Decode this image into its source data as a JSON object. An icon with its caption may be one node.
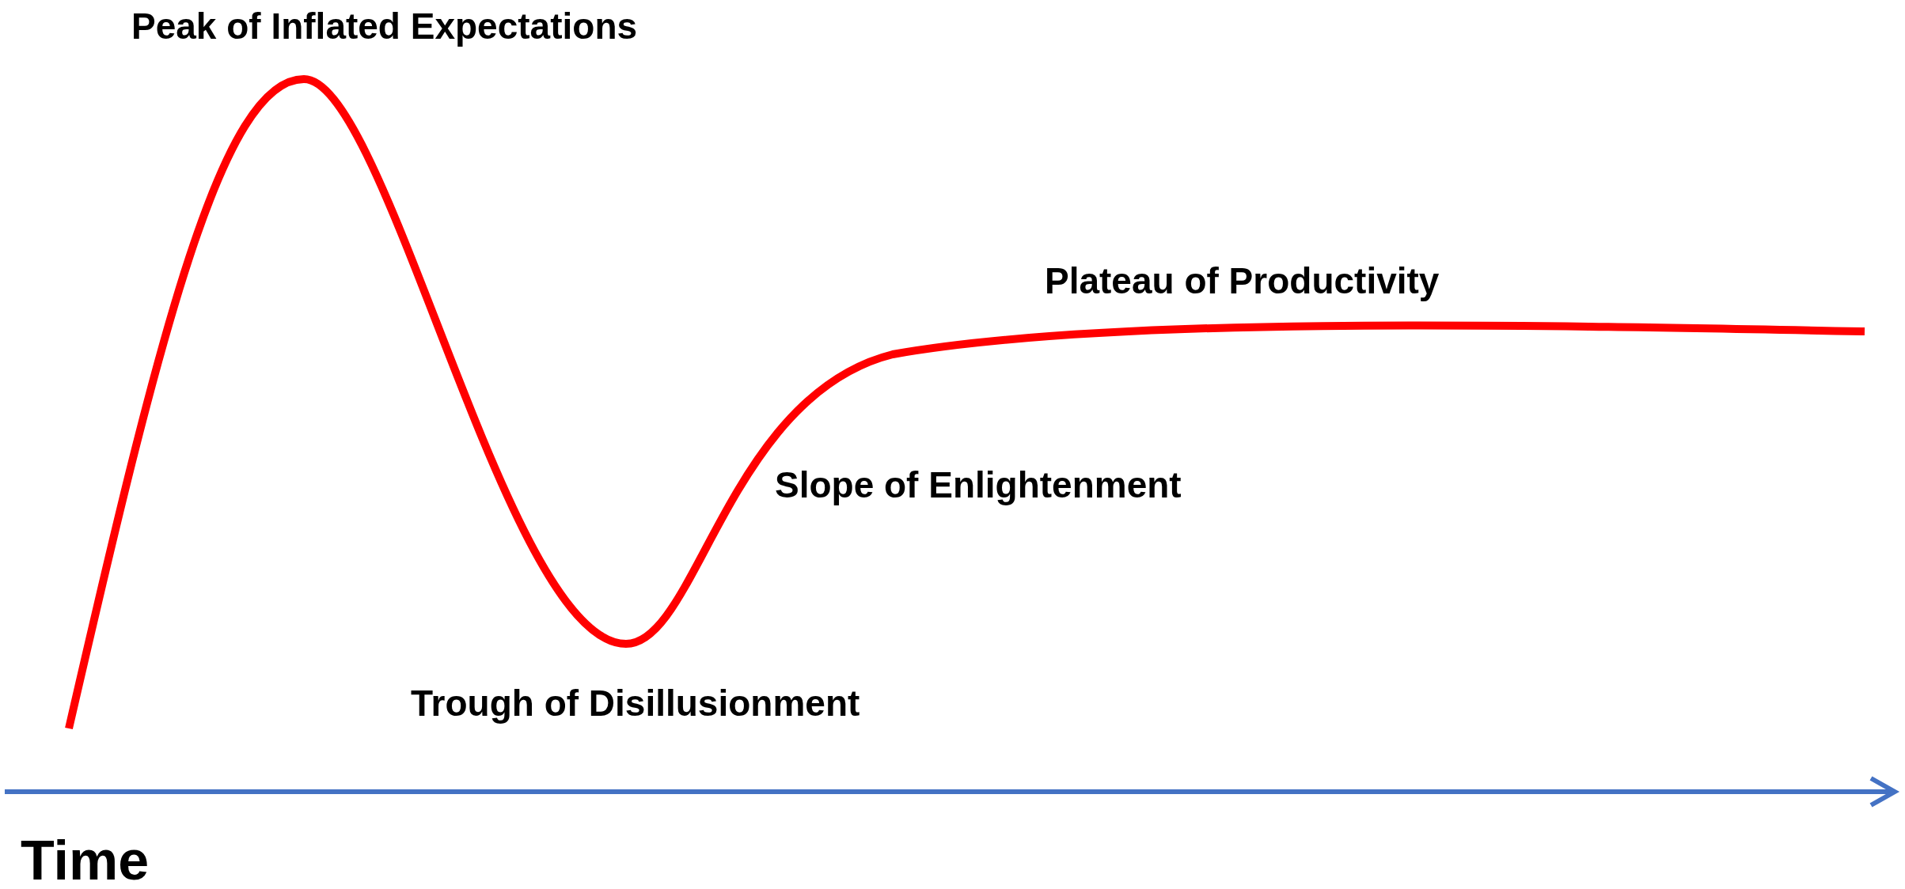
{
  "diagram": {
    "labels": [
      "Peak of Inflated Expectations",
      "Plateau of Productivity",
      "Slope of Enlightenment",
      "Trough of Disillusionment",
      "Time"
    ]
  }
}
